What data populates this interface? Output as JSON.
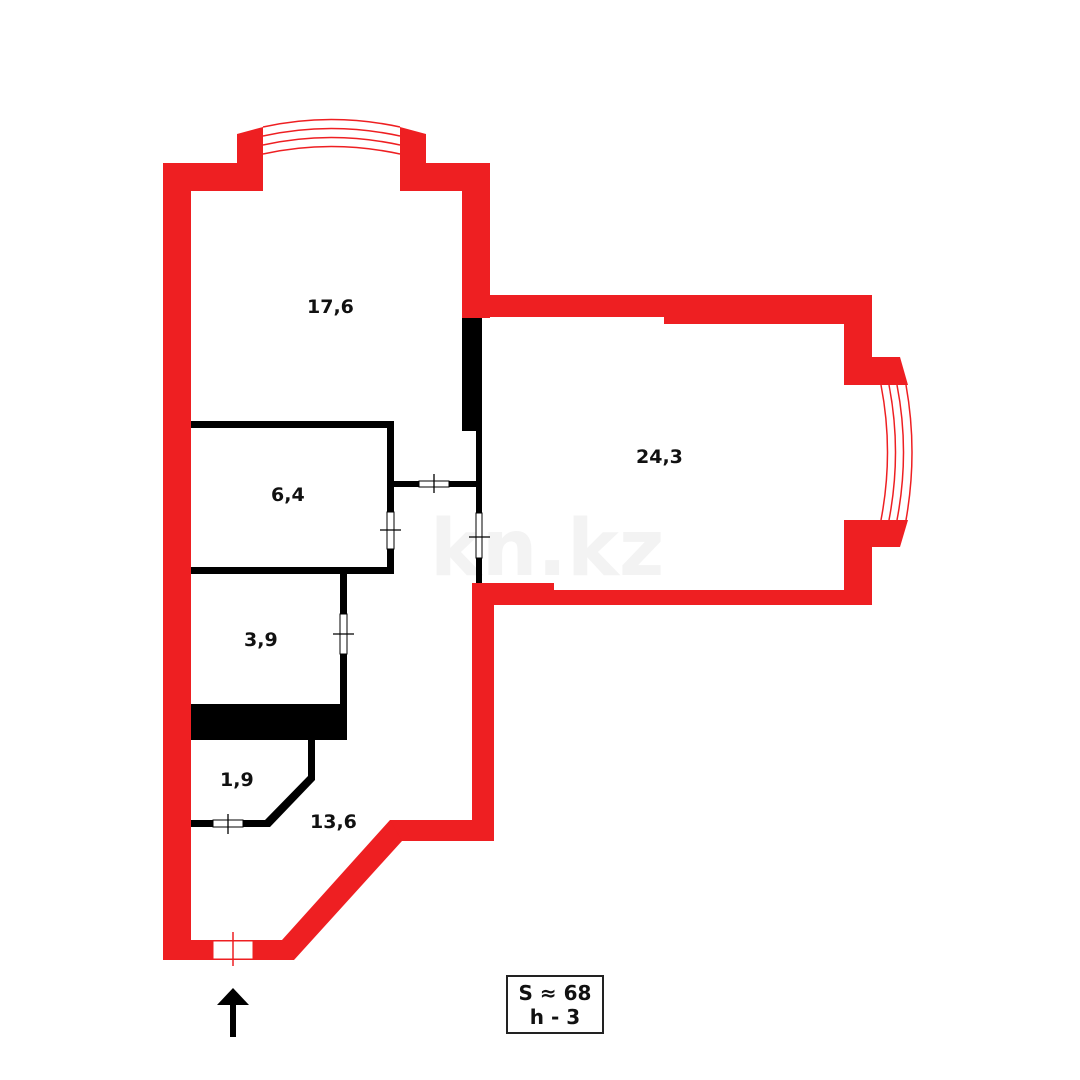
{
  "plan": {
    "wall_color": "#ee1f22",
    "partition_color": "#000000",
    "watermark": "kn.kz",
    "rooms": [
      {
        "id": "room-17-6",
        "area": "17,6"
      },
      {
        "id": "room-24-3",
        "area": "24,3"
      },
      {
        "id": "room-6-4",
        "area": "6,4"
      },
      {
        "id": "room-3-9",
        "area": "3,9"
      },
      {
        "id": "room-1-9",
        "area": "1,9"
      },
      {
        "id": "room-13-6",
        "area": "13,6"
      }
    ],
    "entrance_icon": "arrow-up-icon"
  },
  "info": {
    "area_line": "S ≈ 68",
    "height_line": "h - 3"
  }
}
